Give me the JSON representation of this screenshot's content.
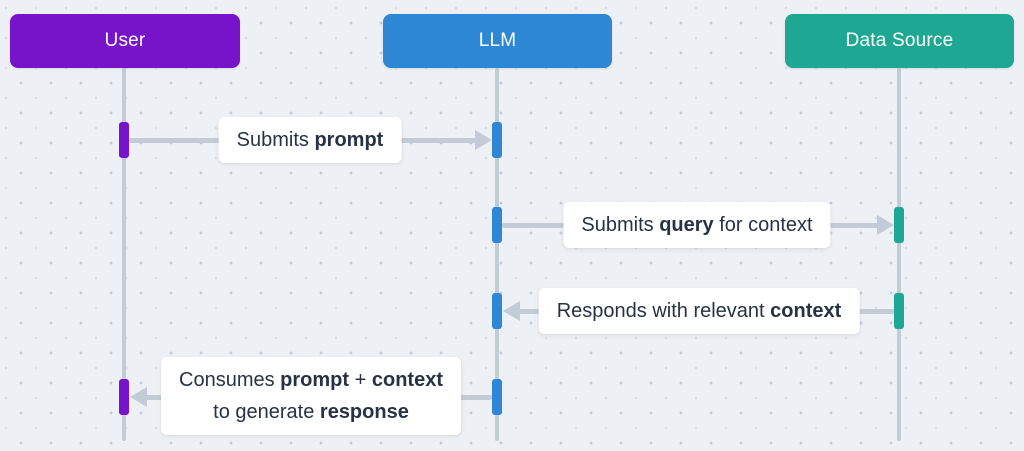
{
  "diagram": {
    "type": "sequence-diagram",
    "actors": [
      {
        "label": "User",
        "color": "#7714c9"
      },
      {
        "label": "LLM",
        "color": "#2e87d5"
      },
      {
        "label": "Data Source",
        "color": "#1ea893"
      }
    ],
    "messages": [
      {
        "from": "User",
        "to": "LLM",
        "direction": "right",
        "segments": [
          {
            "t": "Submits ",
            "b": false
          },
          {
            "t": "prompt",
            "b": true
          }
        ]
      },
      {
        "from": "LLM",
        "to": "Data Source",
        "direction": "right",
        "segments": [
          {
            "t": "Submits ",
            "b": false
          },
          {
            "t": "query",
            "b": true
          },
          {
            "t": " for context",
            "b": false
          }
        ]
      },
      {
        "from": "Data Source",
        "to": "LLM",
        "direction": "left",
        "segments": [
          {
            "t": "Responds with relevant ",
            "b": false
          },
          {
            "t": "context",
            "b": true
          }
        ]
      },
      {
        "from": "LLM",
        "to": "User",
        "direction": "left",
        "segments": [
          {
            "t": "Consumes ",
            "b": false
          },
          {
            "t": "prompt",
            "b": true
          },
          {
            "t": " + ",
            "b": false
          },
          {
            "t": "context",
            "b": true
          },
          {
            "t": "\nto generate ",
            "b": false
          },
          {
            "t": "response",
            "b": true
          }
        ]
      }
    ],
    "colors": {
      "background": "#edf0f4",
      "dot": "#c7ceda",
      "line": "#c3cbd7",
      "label_text": "#253345",
      "label_background": "#ffffff",
      "actor_text": "#ffffff"
    }
  }
}
